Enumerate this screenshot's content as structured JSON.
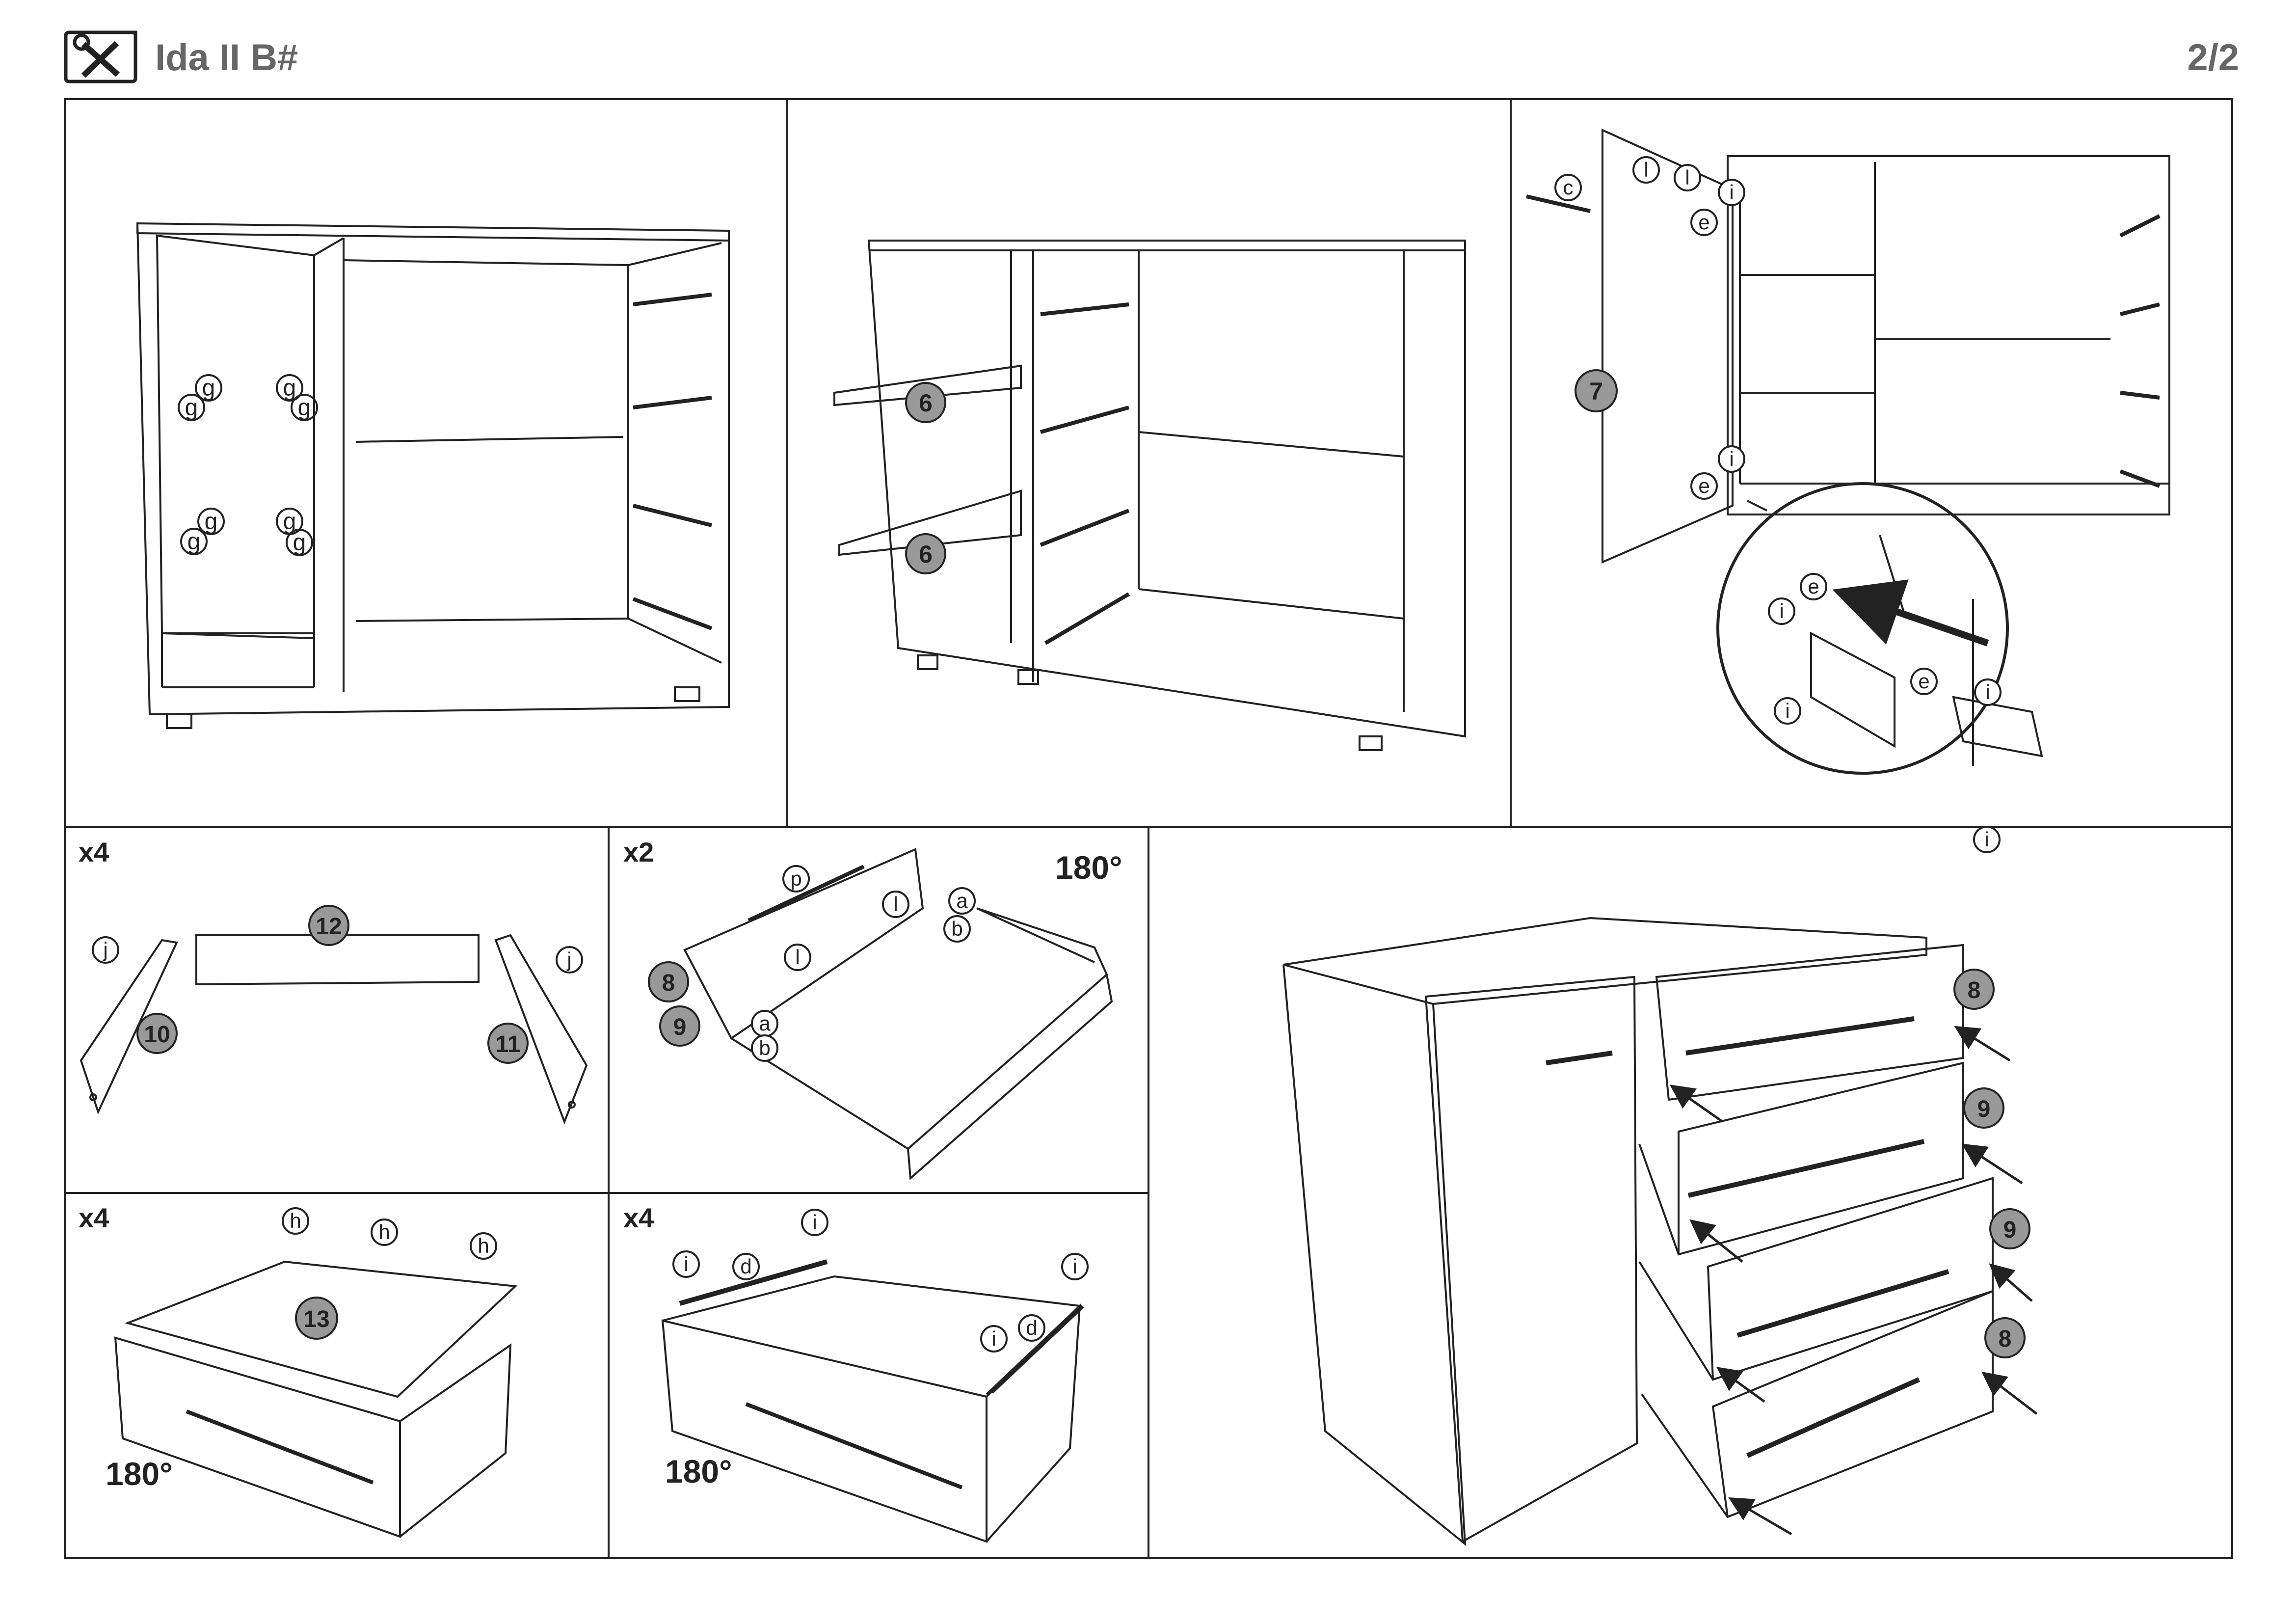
{
  "header": {
    "title": "Ida II B#",
    "page": "2/2",
    "tool_icon": "wrench-screwdriver-icon"
  },
  "steps": {
    "p6_panel_label": "6",
    "p7_door_label": "7",
    "p7_detail_labels": [
      "c",
      "l",
      "l",
      "e",
      "i",
      "e",
      "i",
      "e",
      "i",
      "i",
      "e",
      "i",
      "i"
    ],
    "p1_labels": [
      "g",
      "g",
      "g",
      "g",
      "g",
      "g",
      "g",
      "g"
    ],
    "drawer_side_count": "x4",
    "drawer_side_labels": [
      "j",
      "12",
      "j",
      "10",
      "11"
    ],
    "drawer_front_count": "x2",
    "drawer_front_labels": [
      "p",
      "l",
      "l",
      "a",
      "b",
      "8",
      "9",
      "a",
      "b"
    ],
    "rotate_label": "180°",
    "drawer_bottom_count": "x4",
    "drawer_bottom_labels": [
      "h",
      "h",
      "h",
      "13"
    ],
    "drawer_runner_count": "x4",
    "drawer_runner_labels": [
      "i",
      "d",
      "i",
      "i",
      "d",
      "i"
    ],
    "final_labels": [
      "8",
      "9",
      "9",
      "8"
    ]
  }
}
